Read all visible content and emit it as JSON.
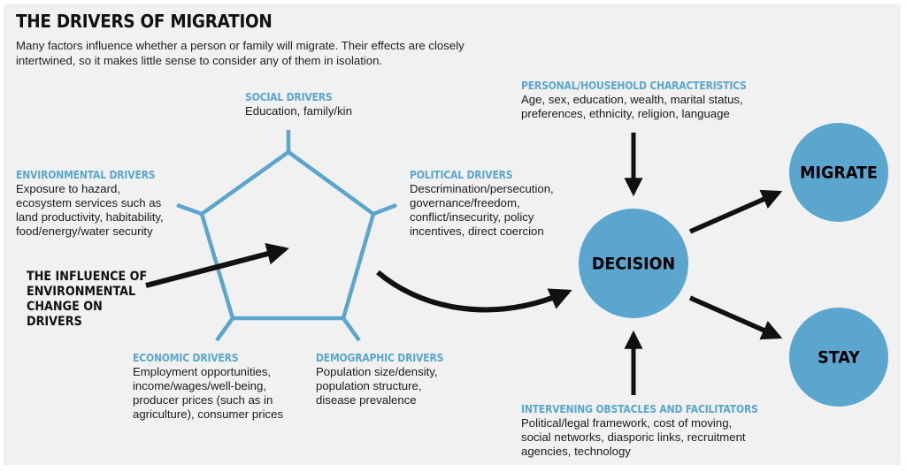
{
  "title": "THE DRIVERS OF MIGRATION",
  "subtitle": "Many factors influence whether a person or family will migrate. Their effects are closely intertwined, so it makes little sense to consider any of them in isolation.",
  "drivers": {
    "social": {
      "heading": "SOCIAL DRIVERS",
      "body": "Education, family/kin"
    },
    "environmental": {
      "heading": "ENVIRONMENTAL DRIVERS",
      "body": "Exposure to hazard,\necosystem services such as\nland productivity, habitability,\nfood/energy/water security"
    },
    "political": {
      "heading": "POLITICAL DRIVERS",
      "body": "Descrimination/persecution,\ngovernance/freedom,\nconflict/insecurity, policy\nincentives, direct coercion"
    },
    "economic": {
      "heading": "ECONOMIC DRIVERS",
      "body": "Employment opportunities,\nincome/wages/well-being,\nproducer prices (such as in\nagriculture), consumer prices"
    },
    "demographic": {
      "heading": "DEMOGRAPHIC DRIVERS",
      "body": "Population size/density,\npopulation structure,\ndisease prevalence"
    }
  },
  "influence_label": "THE INFLUENCE OF\nENVIRONMENTAL\nCHANGE ON DRIVERS",
  "personal": {
    "heading": "PERSONAL/HOUSEHOLD CHARACTERISTICS",
    "body": "Age, sex, education, wealth, marital status,\npreferences, ethnicity, religion, language"
  },
  "obstacles": {
    "heading": "INTERVENING OBSTACLES AND FACILITATORS",
    "body": "Political/legal framework, cost of moving,\nsocial networks, diasporic links, recruitment\nagencies, technology"
  },
  "nodes": {
    "decision": "DECISION",
    "migrate": "MIGRATE",
    "stay": "STAY"
  },
  "colors": {
    "accent": "#5aa6cf",
    "circle": "#5aa6cf",
    "arrow": "#111111",
    "background": "#f1f1f2"
  }
}
